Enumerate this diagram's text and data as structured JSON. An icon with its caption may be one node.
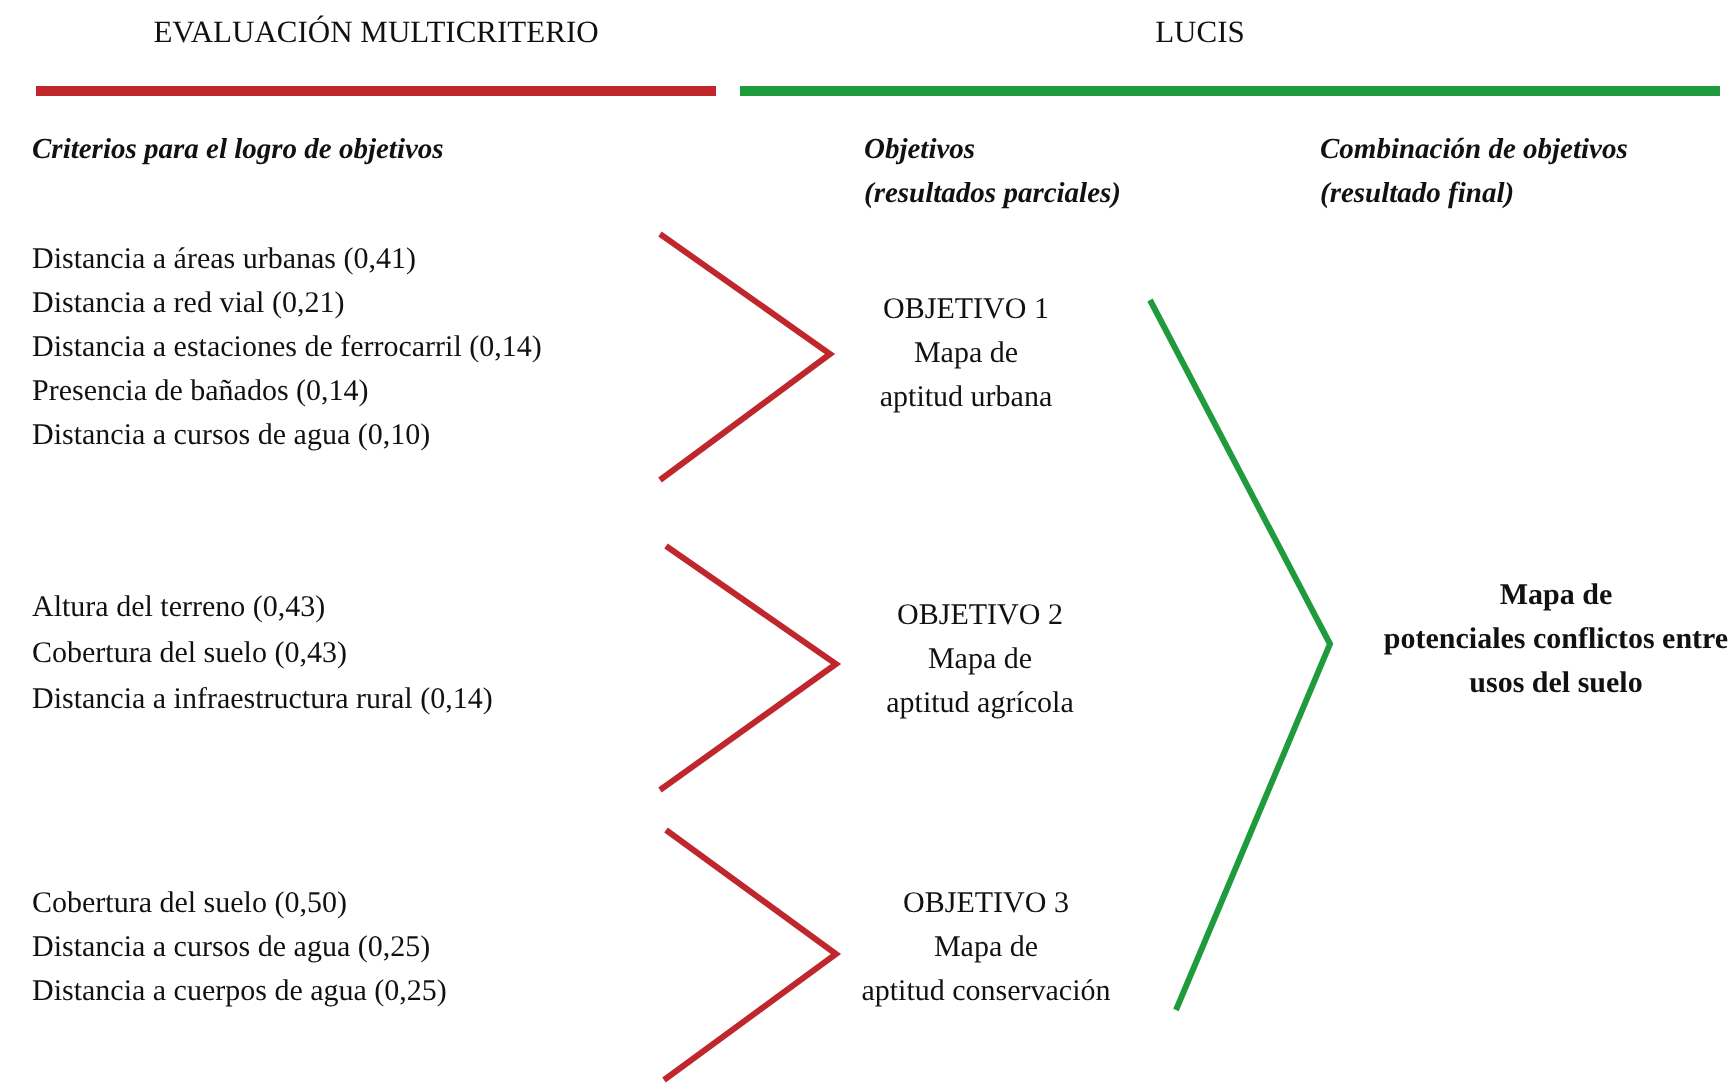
{
  "diagram": {
    "labels": [
      "EVALUACIÓN MULTICRITERIO",
      "LUCIS",
      "Criterios para el logro de objetivos",
      "Objetivos (resultados parciales)",
      "Combinación de objetivos (resultado final)",
      "Distancia a áreas urbanas (0,41)",
      "Distancia a red vial (0,21)",
      "Distancia a estaciones de ferrocarril (0,14)",
      "Presencia de bañados (0,14)",
      "Distancia a cursos de agua (0,10)",
      "OBJETIVO 1",
      "Mapa de aptitud urbana",
      "Altura del terreno (0,43)",
      "Cobertura del suelo (0,43)",
      "Distancia a infraestructura rural (0,14)",
      "OBJETIVO 2",
      "Mapa de aptitud agrícola",
      "Mapa de potenciales conflictos entre usos del suelo",
      "Cobertura del suelo (0,50)",
      "Distancia a cursos de agua (0,25)",
      "Distancia a cuerpos de agua (0,25)",
      "OBJETIVO 3",
      "Mapa de aptitud conservación"
    ]
  }
}
